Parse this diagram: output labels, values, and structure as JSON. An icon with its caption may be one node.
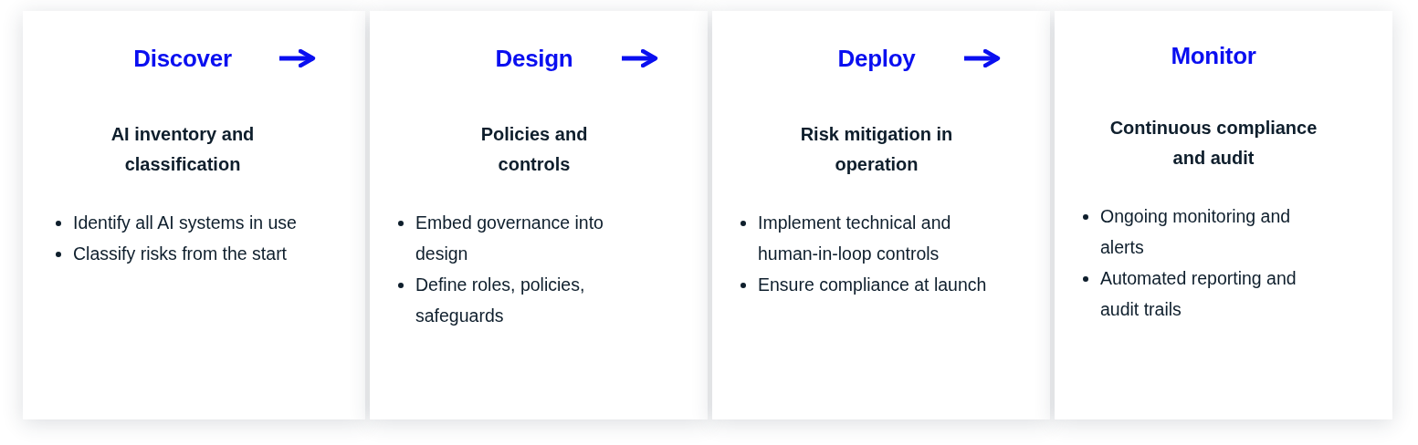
{
  "diagram": {
    "nodes": [
      {
        "text": [
          "Discover",
          "AI inventory and classification",
          "Identify all AI systems in use",
          "Classify risks from the start"
        ]
      },
      {
        "text": [
          "Design",
          "Policies and controls",
          "Embed governance into design",
          "Define roles, policies, safeguards"
        ]
      },
      {
        "text": [
          "Deploy",
          "Risk mitigation in operation",
          "Implement technical and human-in-loop controls",
          "Ensure compliance at launch"
        ]
      },
      {
        "text": [
          "Monitor",
          "Continuous compliance and audit",
          "Ongoing monitoring and alerts",
          "Automated reporting and audit trails"
        ]
      }
    ]
  }
}
